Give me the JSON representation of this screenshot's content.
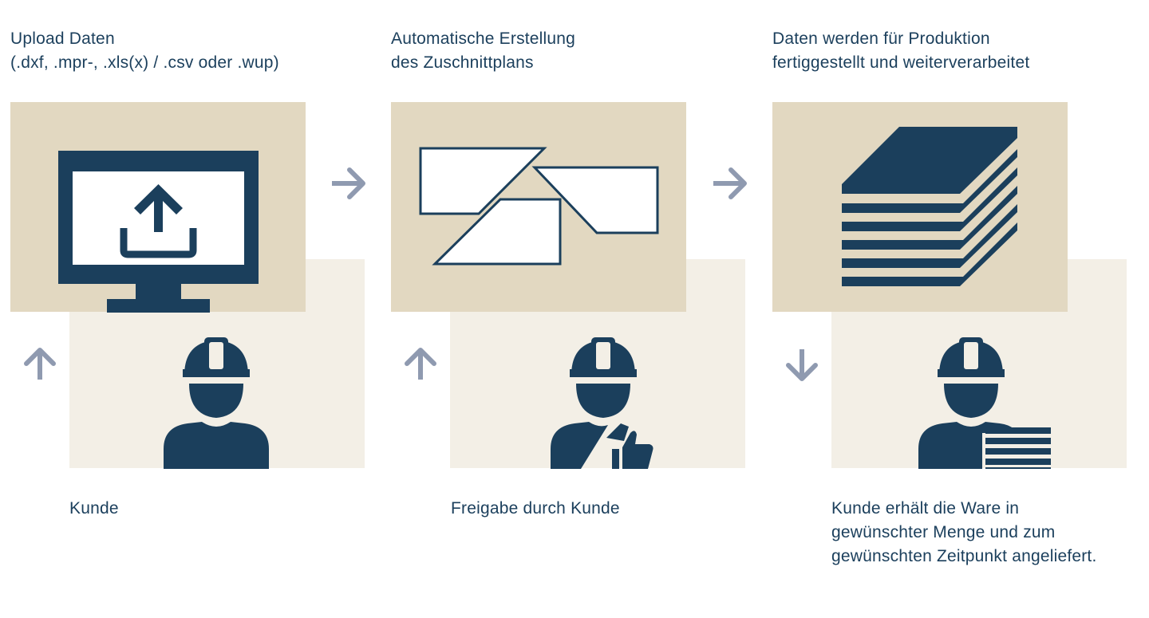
{
  "colors": {
    "navy": "#1b3f5c",
    "beige_dark": "#e2d8c1",
    "beige_light": "#f3efe6",
    "arrow_gray": "#8f9ab0"
  },
  "steps": [
    {
      "title_line1": "Upload Daten",
      "title_line2": "(.dxf, .mpr-, .xls(x) / .csv oder .wup)",
      "caption_lines": [
        "Kunde"
      ],
      "top_icon": "monitor-upload-icon",
      "person_icon": "worker-icon",
      "side_arrow": "arrow-up-icon"
    },
    {
      "title_line1": "Automatische Erstellung",
      "title_line2": "des Zuschnittplans",
      "caption_lines": [
        "Freigabe durch Kunde"
      ],
      "top_icon": "cutting-plan-icon",
      "person_icon": "worker-thumbs-up-icon",
      "side_arrow": "arrow-up-icon"
    },
    {
      "title_line1": "Daten werden für Produktion",
      "title_line2": "fertiggestellt und weiterverarbeitet",
      "caption_lines": [
        "Kunde erhält die Ware in",
        "gewünschter Menge und zum",
        "gewünschten Zeitpunkt angeliefert."
      ],
      "top_icon": "panel-stack-icon",
      "person_icon": "worker-with-panels-icon",
      "side_arrow": "arrow-down-icon"
    }
  ],
  "flow_arrows": [
    "arrow-right-icon",
    "arrow-right-icon"
  ]
}
